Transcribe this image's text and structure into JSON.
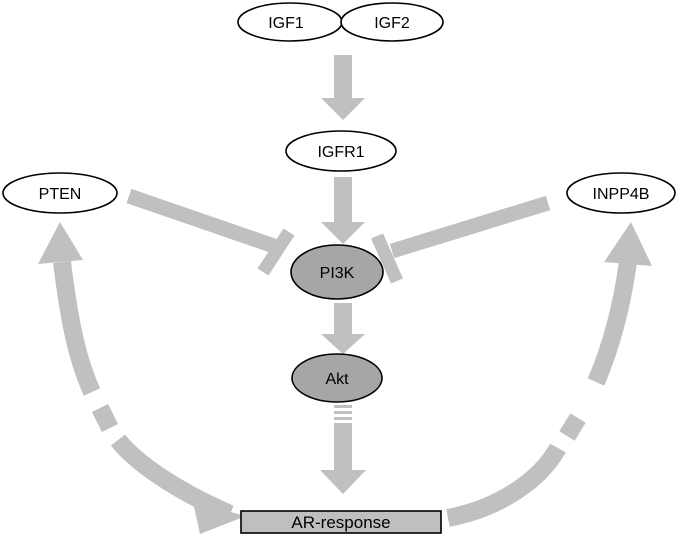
{
  "nodes": {
    "igf1": "IGF1",
    "igf2": "IGF2",
    "igfr1": "IGFR1",
    "pten": "PTEN",
    "inpp4b": "INPP4B",
    "pi3k": "PI3K",
    "akt": "Akt",
    "ar_response": "AR-response"
  },
  "colors": {
    "arrow": "#c0c0c0",
    "node_fill_light": "#ffffff",
    "node_fill_dark": "#a6a6a6",
    "stroke": "#000000"
  }
}
